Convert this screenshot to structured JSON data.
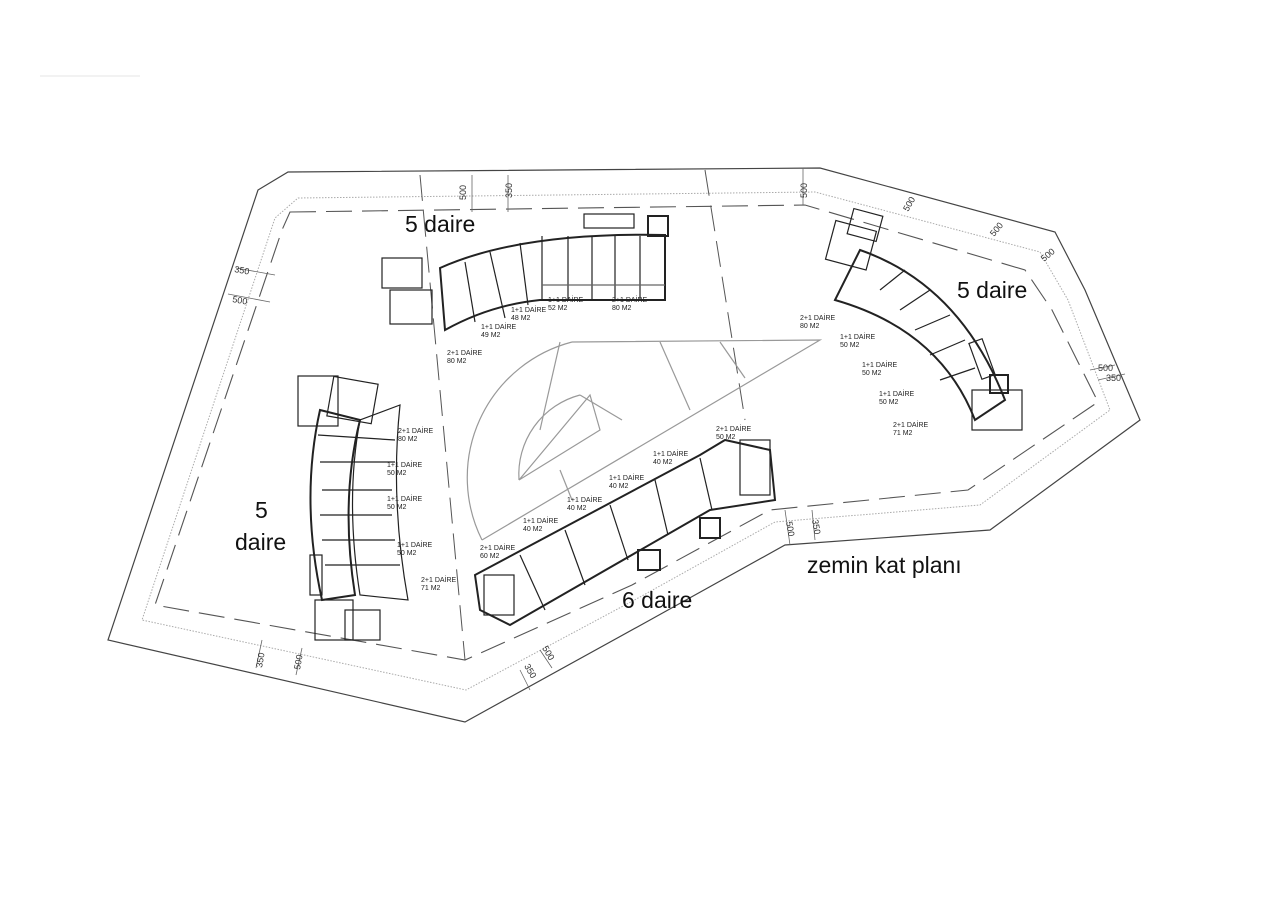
{
  "title": "zemin kat planı",
  "colors": {
    "background": "#ffffff",
    "line": "#333333",
    "light_line": "#999999",
    "text": "#111111"
  },
  "blocks": [
    {
      "id": "north",
      "label": "5 daire",
      "units": [
        {
          "type": "2+1 DAİRE",
          "area": "80 M2"
        },
        {
          "type": "1+1 DAİRE",
          "area": "49 M2"
        },
        {
          "type": "1+1 DAİRE",
          "area": "48 M2"
        },
        {
          "type": "1+1 DAİRE",
          "area": "52 M2"
        },
        {
          "type": "2+1 DAİRE",
          "area": "80 M2"
        }
      ]
    },
    {
      "id": "east",
      "label": "5 daire",
      "units": [
        {
          "type": "2+1 DAİRE",
          "area": "80 M2"
        },
        {
          "type": "1+1 DAİRE",
          "area": "50 M2"
        },
        {
          "type": "1+1 DAİRE",
          "area": "50 M2"
        },
        {
          "type": "1+1 DAİRE",
          "area": "50 M2"
        },
        {
          "type": "2+1 DAİRE",
          "area": "71 M2"
        }
      ]
    },
    {
      "id": "west",
      "label_line1": "5",
      "label_line2": "daire",
      "units": [
        {
          "type": "2+1 DAİRE",
          "area": "80 M2"
        },
        {
          "type": "1+1 DAİRE",
          "area": "50 M2"
        },
        {
          "type": "1+1 DAİRE",
          "area": "50 M2"
        },
        {
          "type": "1+1 DAİRE",
          "area": "50 M2"
        },
        {
          "type": "2+1 DAİRE",
          "area": "71 M2"
        }
      ]
    },
    {
      "id": "south",
      "label": "6 daire",
      "units": [
        {
          "type": "2+1 DAİRE",
          "area": "60 M2"
        },
        {
          "type": "1+1 DAİRE",
          "area": "40 M2"
        },
        {
          "type": "1+1 DAİRE",
          "area": "40 M2"
        },
        {
          "type": "1+1 DAİRE",
          "area": "40 M2"
        },
        {
          "type": "1+1 DAİRE",
          "area": "40 M2"
        },
        {
          "type": "2+1 DAİRE",
          "area": "50 M2"
        }
      ]
    }
  ],
  "dimensions": {
    "top_left_500": "500",
    "top_left_350": "350",
    "top_right_500": "500",
    "ne_500_a": "500",
    "ne_500_b": "500",
    "east_500": "500",
    "east_350": "350",
    "west_350": "350",
    "west_500": "500",
    "sw_350": "350",
    "sw_500": "500",
    "south_500": "500",
    "south_350": "350",
    "se_500": "500",
    "se_350": "350"
  }
}
